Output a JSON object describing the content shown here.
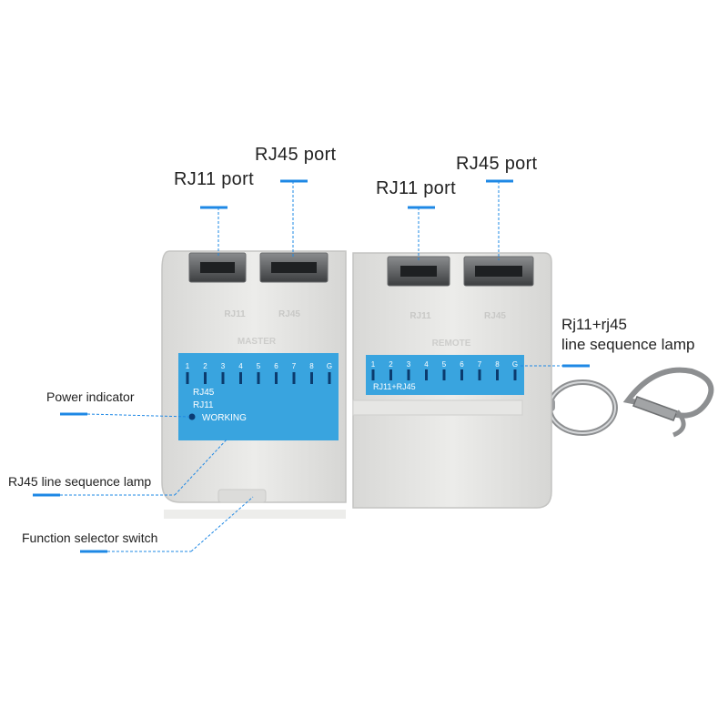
{
  "callouts": {
    "rj45_port_master": "RJ45 port",
    "rj11_port_master": "RJ11 port",
    "rj11_port_remote": "RJ11 port",
    "rj45_port_remote": "RJ45 port",
    "rj11_rj45_lamp_line1": "Rj11+rj45",
    "rj11_rj45_lamp_line2": "line sequence lamp",
    "power_indicator": "Power indicator",
    "rj45_lamp": "RJ45 line sequence lamp",
    "function_switch": "Function selector switch"
  },
  "device": {
    "master_panel": {
      "pin_labels": [
        "1",
        "2",
        "3",
        "4",
        "5",
        "6",
        "7",
        "8",
        "G"
      ],
      "mode_rj45": "RJ45",
      "mode_rj11": "RJ11",
      "working": "WORKING"
    },
    "remote_panel": {
      "pin_labels": [
        "1",
        "2",
        "3",
        "4",
        "5",
        "6",
        "7",
        "8",
        "G"
      ],
      "caption": "RJ11+RJ45"
    }
  },
  "colors": {
    "panel_blue": "#39a4df",
    "leader_blue": "#1e88e5",
    "body_grey": "#e4e4e2"
  }
}
